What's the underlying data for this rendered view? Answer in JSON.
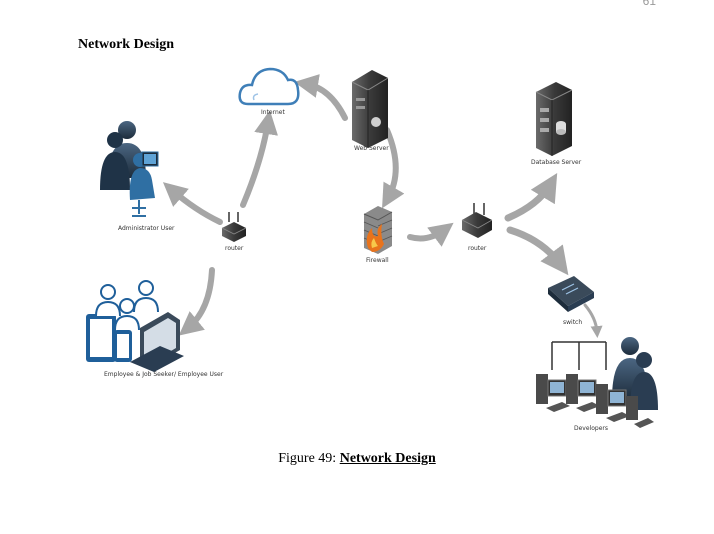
{
  "page": {
    "number": "61"
  },
  "heading": "Network Design",
  "diagram": {
    "nodes": {
      "internet": {
        "label": "Internet",
        "icon": "cloud-icon"
      },
      "web_server": {
        "label": "Web Server",
        "icon": "server-icon"
      },
      "database_server": {
        "label": "Database Server",
        "icon": "database-server-icon"
      },
      "admin_user": {
        "label": "Administrator User",
        "icon": "admin-user-icon"
      },
      "router_left": {
        "label": "router",
        "icon": "router-icon"
      },
      "router_right": {
        "label": "router",
        "icon": "router-icon"
      },
      "firewall": {
        "label": "Firewall",
        "icon": "firewall-icon"
      },
      "switch": {
        "label": "switch",
        "icon": "switch-icon"
      },
      "users": {
        "label": "Employee & Job Seeker/ Employee User",
        "icon": "employee-users-icon"
      },
      "developers": {
        "label": "Developers",
        "icon": "developers-icon"
      }
    },
    "colors": {
      "arrow": "#a6a6a6",
      "server": "#4a4a4a",
      "person": "#2a3d52",
      "accent_blue": "#2f6fa3"
    }
  },
  "caption": {
    "prefix": "Figure 49: ",
    "title": "Network Design"
  }
}
